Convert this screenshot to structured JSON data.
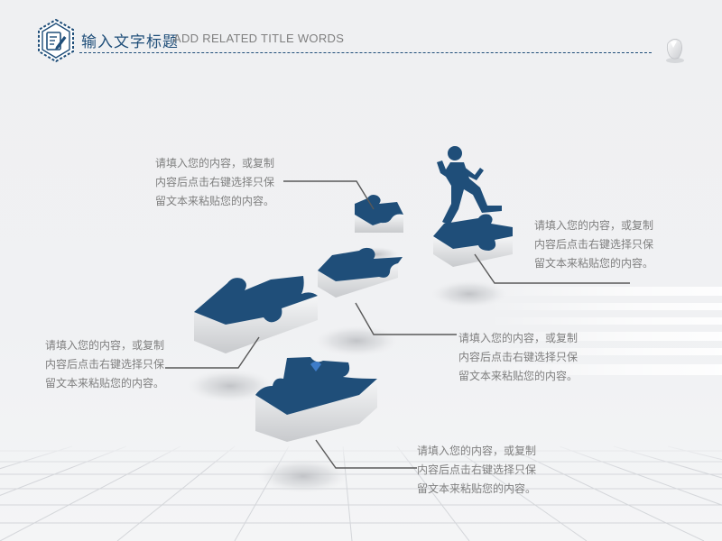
{
  "header": {
    "title_cn": "输入文字标题",
    "title_en": "ADD RELATED TITLE WORDS"
  },
  "colors": {
    "accent": "#1f4e79",
    "text": "#7f7f7f",
    "line": "#595959"
  },
  "icons": {
    "header": "edit-document-icon",
    "figure": "running-person-icon",
    "corner": "dial-knob-icon"
  },
  "blocks": [
    {
      "lines": [
        "请填入您的内容，或复制",
        "内容后点击右键选择只保",
        "留文本来粘贴您的内容。"
      ]
    },
    {
      "lines": [
        "请填入您的内容，或复制",
        "内容后点击右键选择只保",
        "留文本来粘贴您的内容。"
      ]
    },
    {
      "lines": [
        "请填入您的内容，或复制",
        "内容后点击右键选择只保",
        "留文本来粘贴您的内容。"
      ]
    },
    {
      "lines": [
        "请填入您的内容，或复制",
        "内容后点击右键选择只保",
        "留文本来粘贴您的内容。"
      ]
    },
    {
      "lines": [
        "请填入您的内容，或复制",
        "内容后点击右键选择只保",
        "留文本来粘贴您的内容。"
      ]
    }
  ]
}
